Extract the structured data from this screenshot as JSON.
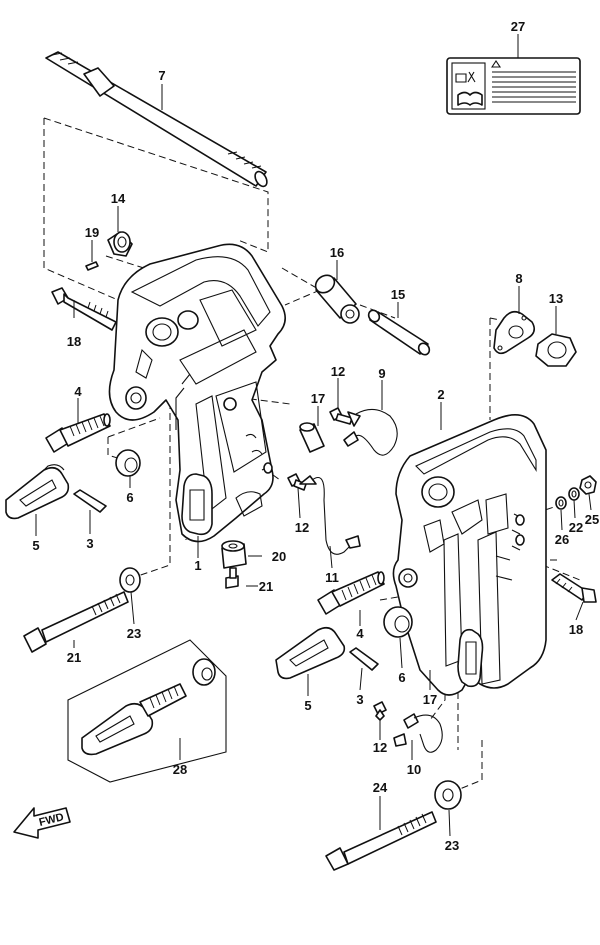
{
  "callouts": [
    {
      "id": "7",
      "label": "7"
    },
    {
      "id": "27",
      "label": "27"
    },
    {
      "id": "14",
      "label": "14"
    },
    {
      "id": "19",
      "label": "19"
    },
    {
      "id": "16",
      "label": "16"
    },
    {
      "id": "15",
      "label": "15"
    },
    {
      "id": "8",
      "label": "8"
    },
    {
      "id": "13",
      "label": "13"
    },
    {
      "id": "18a",
      "label": "18"
    },
    {
      "id": "12a",
      "label": "12"
    },
    {
      "id": "9",
      "label": "9"
    },
    {
      "id": "17a",
      "label": "17"
    },
    {
      "id": "2",
      "label": "2"
    },
    {
      "id": "4a",
      "label": "4"
    },
    {
      "id": "6a",
      "label": "6"
    },
    {
      "id": "5a",
      "label": "5"
    },
    {
      "id": "3a",
      "label": "3"
    },
    {
      "id": "12b",
      "label": "12"
    },
    {
      "id": "1",
      "label": "1"
    },
    {
      "id": "20",
      "label": "20"
    },
    {
      "id": "21a",
      "label": "21"
    },
    {
      "id": "11",
      "label": "11"
    },
    {
      "id": "26",
      "label": "26"
    },
    {
      "id": "22",
      "label": "22"
    },
    {
      "id": "25",
      "label": "25"
    },
    {
      "id": "18b",
      "label": "18"
    },
    {
      "id": "23a",
      "label": "23"
    },
    {
      "id": "21b",
      "label": "21"
    },
    {
      "id": "4b",
      "label": "4"
    },
    {
      "id": "6b",
      "label": "6"
    },
    {
      "id": "17b",
      "label": "17"
    },
    {
      "id": "5b",
      "label": "5"
    },
    {
      "id": "3b",
      "label": "3"
    },
    {
      "id": "12c",
      "label": "12"
    },
    {
      "id": "10",
      "label": "10"
    },
    {
      "id": "28",
      "label": "28"
    },
    {
      "id": "24",
      "label": "24"
    },
    {
      "id": "23b",
      "label": "23"
    }
  ],
  "fwd_label": "FWD",
  "line_color": "#111111",
  "background_color": "#ffffff"
}
